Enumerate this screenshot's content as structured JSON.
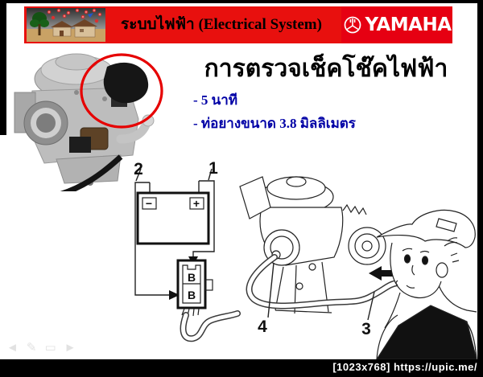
{
  "banner": {
    "title": "ระบบไฟฟ้า (Electrical System)",
    "brand": "YAMAHA",
    "colors": {
      "banner_red": "#e8100e",
      "logo_red": "#e60012"
    }
  },
  "content": {
    "title": "การตรวจเช็คโช๊คไฟฟ้า",
    "bullets": [
      {
        "text": "- 5 นาที"
      },
      {
        "text": "- ท่อยางขนาด 3.8 มิลลิเมตร"
      }
    ],
    "bullet_color": "#0000a6"
  },
  "diagram": {
    "battery_negative": "−",
    "battery_positive": "+",
    "connector_cell_top": "B",
    "connector_cell_bottom": "B",
    "callouts": {
      "one": "1",
      "two": "2",
      "three": "3",
      "four": "4"
    },
    "highlight_circle_color": "#e60000"
  },
  "nav": {
    "icons": [
      {
        "name": "previous-arrow-icon",
        "glyph": "◄"
      },
      {
        "name": "pen-icon",
        "glyph": "✎"
      },
      {
        "name": "slide-menu-icon",
        "glyph": "▭"
      },
      {
        "name": "next-arrow-icon",
        "glyph": "►"
      }
    ]
  },
  "footer": {
    "caption": "[1023x768] https://upic.me/"
  }
}
